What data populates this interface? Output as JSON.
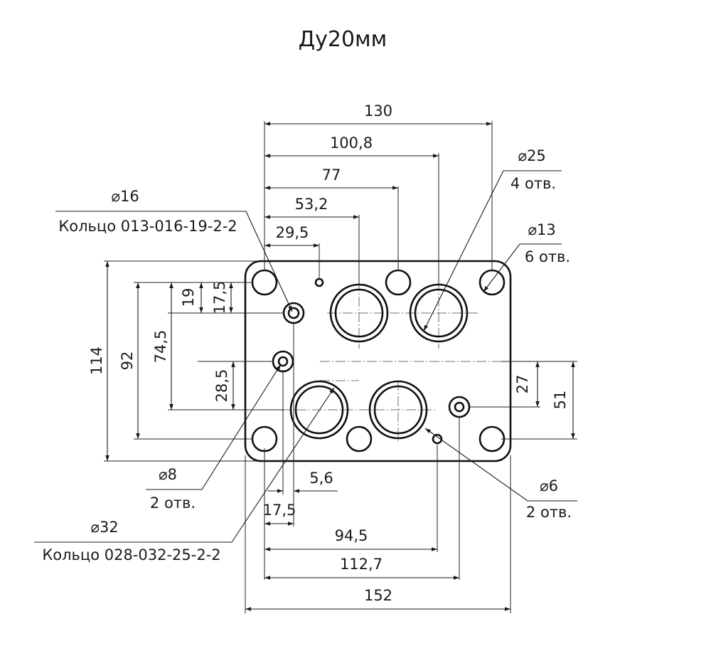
{
  "title": "Ду20мм",
  "dimensions": {
    "top_130": "130",
    "top_100_8": "100,8",
    "top_77": "77",
    "top_53_2": "53,2",
    "top_29_5": "29,5",
    "left_114": "114",
    "left_92": "92",
    "left_74_5": "74,5",
    "left_19": "19",
    "left_17_5": "17,5",
    "left_28_5": "28,5",
    "right_27": "27",
    "right_51": "51",
    "bottom_5_6": "5,6",
    "bottom_17_5": "17,5",
    "bottom_94_5": "94,5",
    "bottom_112_7": "112,7",
    "bottom_152": "152"
  },
  "callouts": {
    "d16": {
      "diameter": "⌀16",
      "note": "Кольцо 013-016-19-2-2"
    },
    "d25": {
      "diameter": "⌀25",
      "note": "4 отв."
    },
    "d13": {
      "diameter": "⌀13",
      "note": "6 отв."
    },
    "d8": {
      "diameter": "⌀8",
      "note": "2 отв."
    },
    "d6": {
      "diameter": "⌀6",
      "note": "2 отв."
    },
    "d32": {
      "diameter": "⌀32",
      "note": "Кольцо 028-032-25-2-2"
    }
  }
}
